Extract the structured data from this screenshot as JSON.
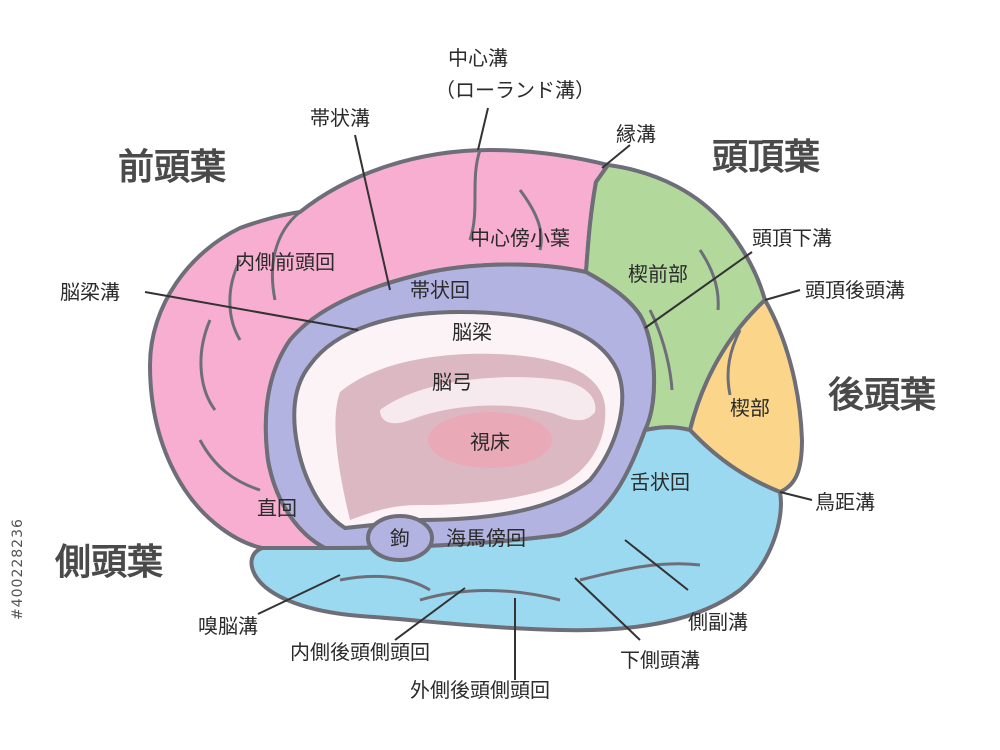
{
  "lobes": {
    "frontal": "前頭葉",
    "parietal": "頭頂葉",
    "occipital": "後頭葉",
    "temporal": "側頭葉"
  },
  "labels": {
    "central_sulcus": "中心溝",
    "central_sulcus_sub": "（ローランド溝）",
    "cingulate_sulcus": "帯状溝",
    "marginal_sulcus": "縁溝",
    "medial_frontal_gyrus": "内側前頭回",
    "paracentral_lobule": "中心傍小葉",
    "parietal_subsulcus": "頭頂下溝",
    "callosal_sulcus": "脳梁溝",
    "cingulate_gyrus": "帯状回",
    "precuneus": "楔前部",
    "parieto_occipital_sulcus": "頭頂後頭溝",
    "corpus_callosum": "脳梁",
    "fornix": "脳弓",
    "cuneus": "楔部",
    "thalamus": "視床",
    "lingual_gyrus": "舌状回",
    "gyrus_rectus": "直回",
    "calcarine_sulcus": "鳥距溝",
    "uncus": "鉤",
    "parahippocampal_gyrus": "海馬傍回",
    "olfactory_sulcus": "嗅脳溝",
    "collateral_sulcus": "側副溝",
    "medial_occipitotemporal_gyrus": "内側後頭側頭回",
    "inferior_temporal_sulcus": "下側頭溝",
    "lateral_occipitotemporal_gyrus": "外側後頭側頭回"
  },
  "watermark": "#400228236",
  "colors": {
    "frontal": "#f7aed0",
    "parietal": "#b3d89c",
    "occipital": "#fbd68a",
    "temporal": "#9ad9ef",
    "limbic": "#b3b3e2",
    "diencephalon": "#dcb8c2",
    "callosum": "#fbf3f6",
    "outline": "#6e6e78",
    "frontal_bar": "#f7aed0",
    "parietal_bar": "#b3d89c",
    "occipital_bar": "#fbd68a",
    "temporal_bar": "#9ad9ef"
  }
}
